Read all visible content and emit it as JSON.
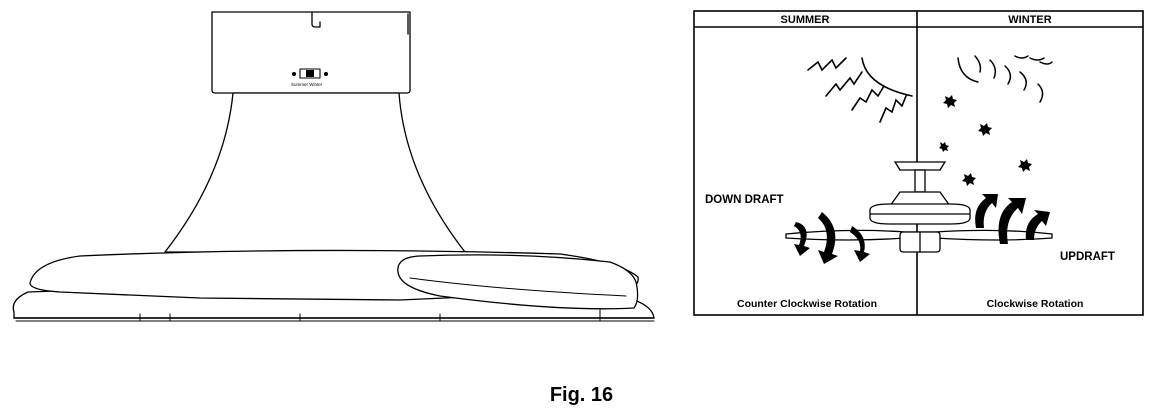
{
  "figure": {
    "caption": "Fig. 16",
    "switch_label": "Summer Winter"
  },
  "seasons": {
    "summer": {
      "header": "SUMMER",
      "draft_label": "DOWN DRAFT",
      "rotation_label": "Counter Clockwise Rotation"
    },
    "winter": {
      "header": "WINTER",
      "draft_label": "UPDRAFT",
      "rotation_label": "Clockwise Rotation"
    }
  }
}
